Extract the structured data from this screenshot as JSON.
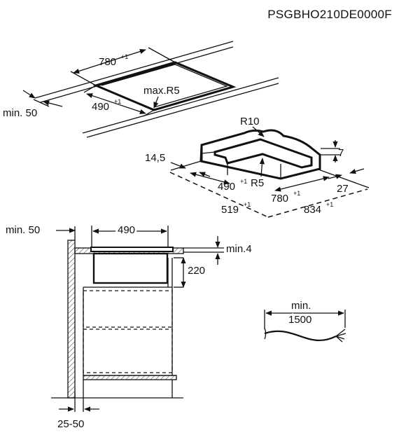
{
  "document_code": "PSGBHO210DE0000F",
  "cutout": {
    "width_label": "780",
    "width_tol": "+1",
    "depth_label": "490",
    "depth_tol": "+1",
    "radius_label": "max.R5",
    "edge_distance_label": "min. 50"
  },
  "rebate": {
    "radius_outer_label": "R10",
    "depth_label": "7",
    "edge_label": "14,5",
    "inner_depth_label": "490",
    "inner_depth_tol": "+1",
    "inner_radius_label": "R5",
    "inner_width_label": "780",
    "inner_width_tol": "+1",
    "side_label": "27",
    "outer_depth_label": "519",
    "outer_depth_tol": "+1",
    "outer_width_label": "834",
    "outer_width_tol": "+1"
  },
  "side_view": {
    "wall_distance_label": "min. 50",
    "cutout_label": "490",
    "gap_label": "min.4",
    "height_label": "220",
    "bottom_label": "25-50"
  },
  "cable": {
    "length_label_top": "min.",
    "length_label_bottom": "1500"
  }
}
